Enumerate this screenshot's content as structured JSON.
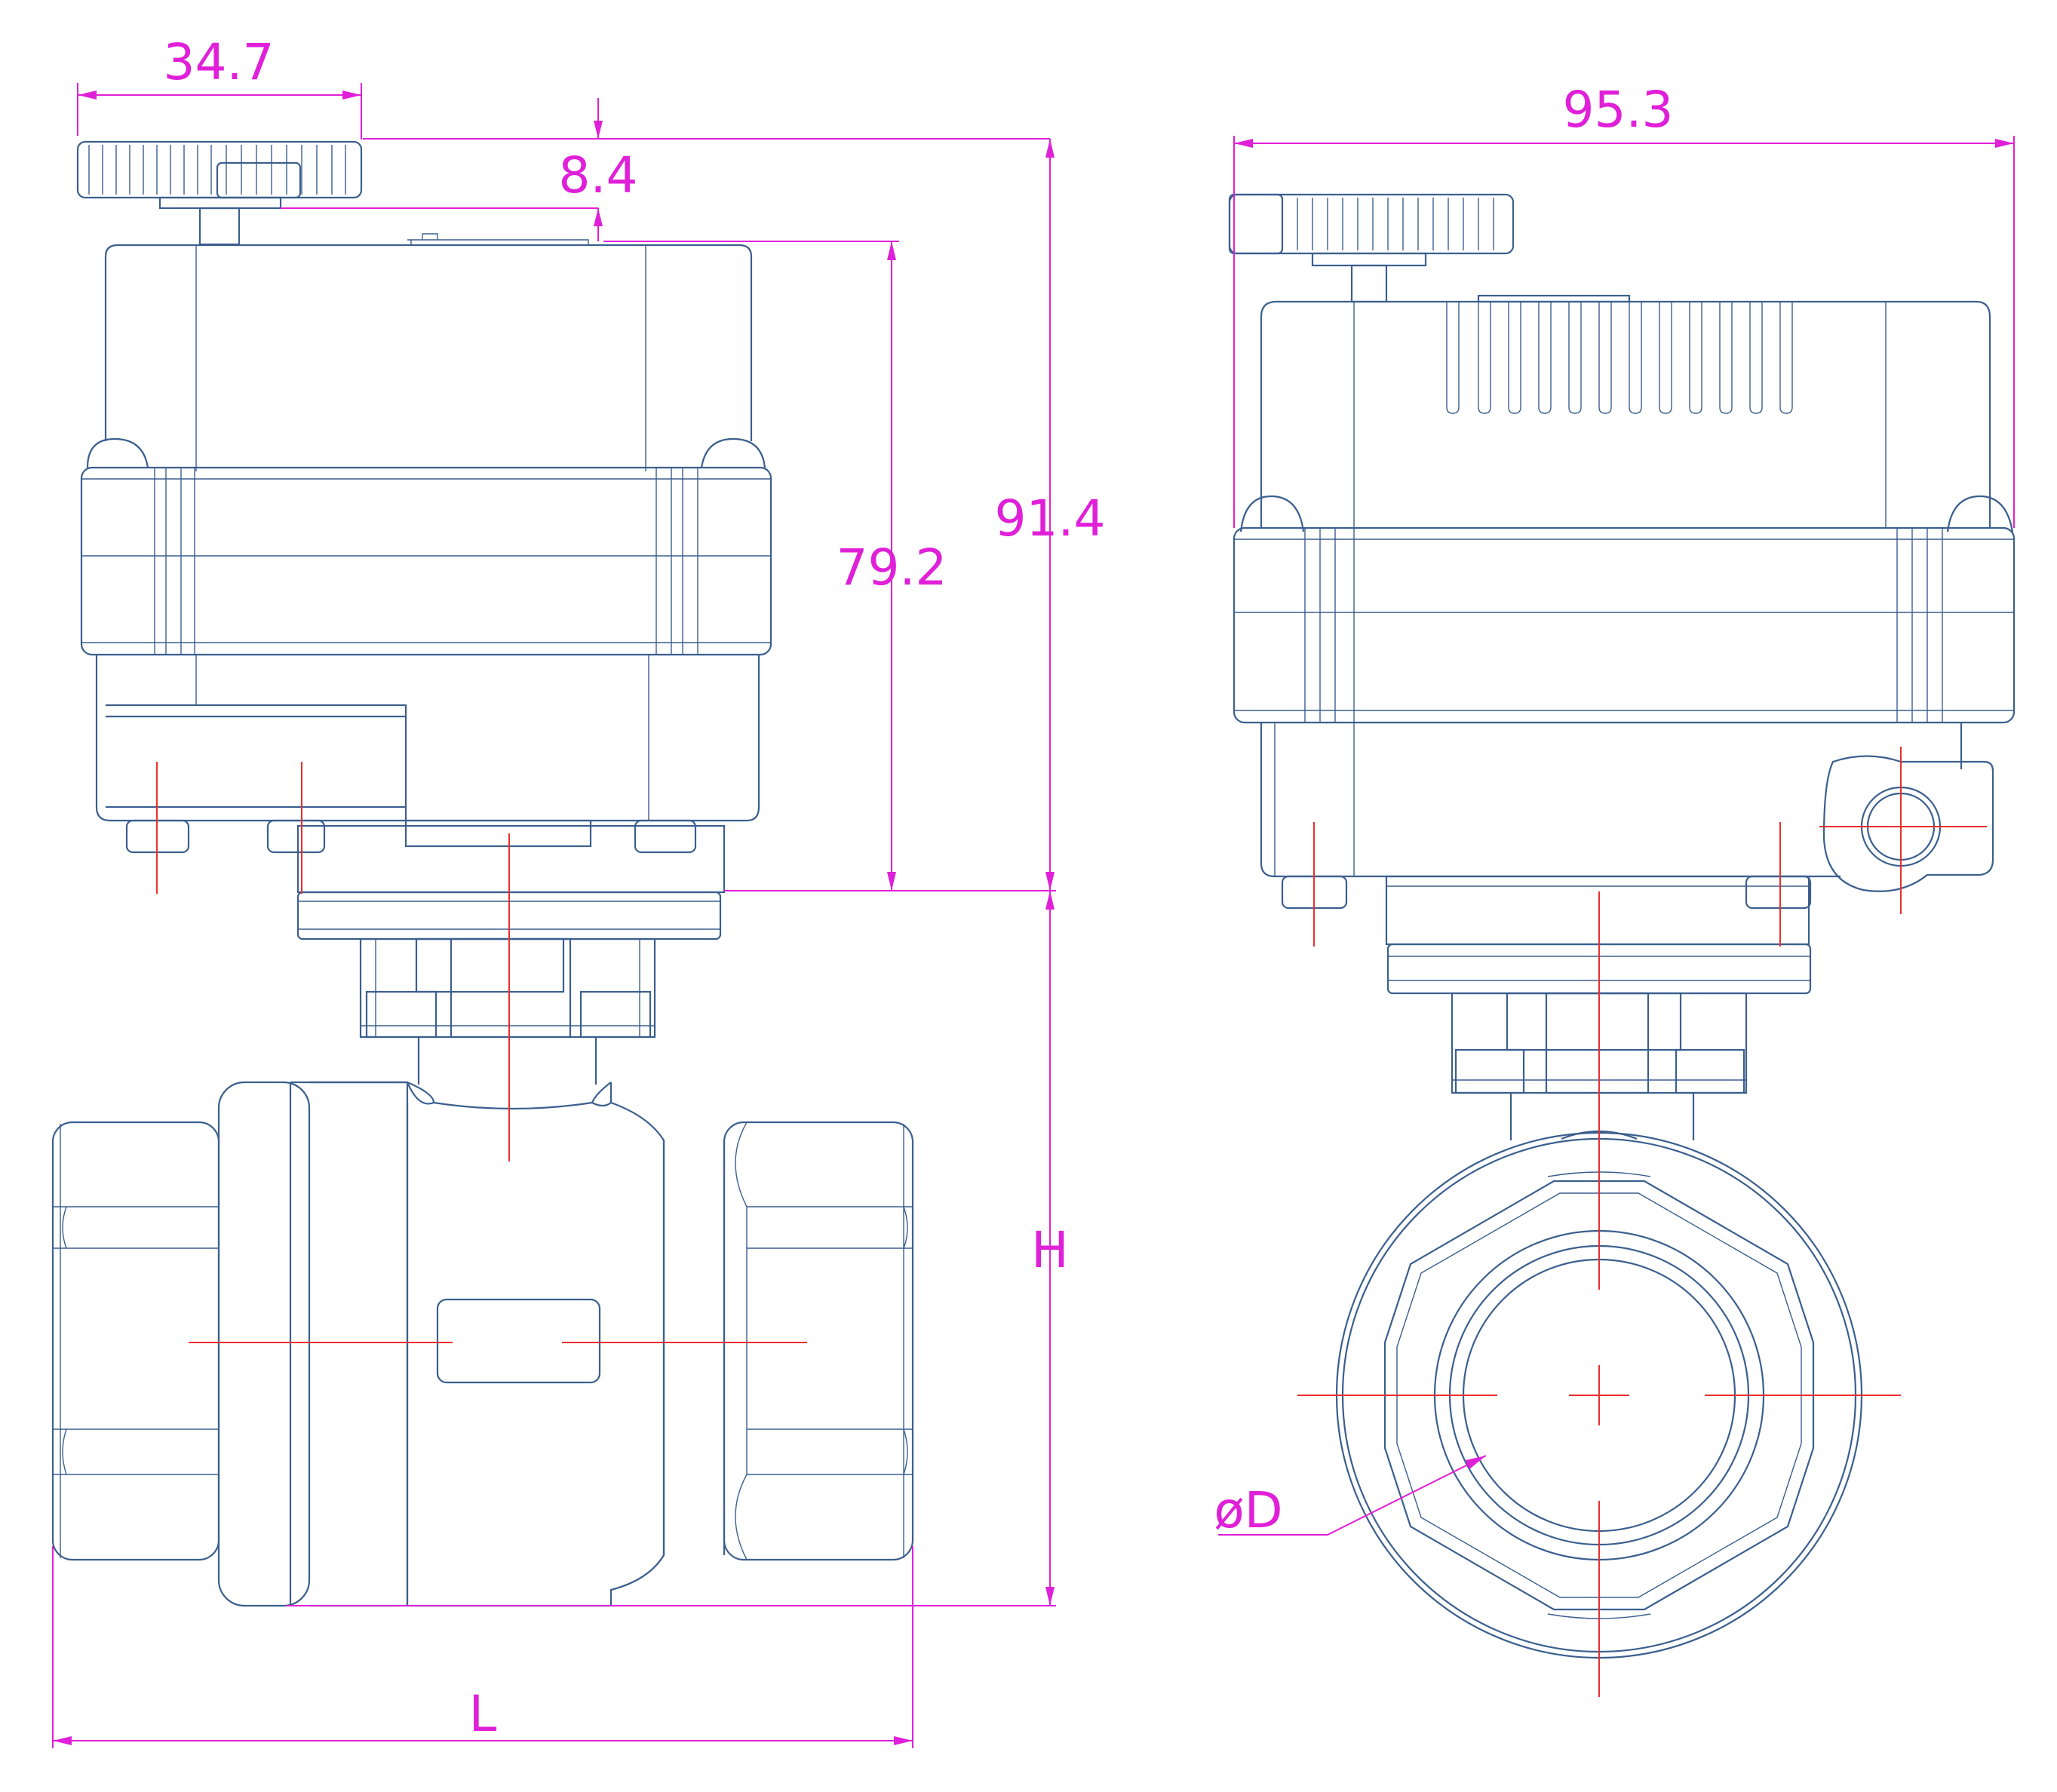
{
  "dimensions": {
    "handle_width": "34.7",
    "handle_gap": "8.4",
    "actuator_height": "79.2",
    "overall_top_height": "91.4",
    "valve_height": "H",
    "length": "L",
    "overall_width": "95.3",
    "bore_diameter": "øD"
  },
  "colors": {
    "outline": "#3b5f8e",
    "dimension": "#e020d8",
    "centerline": "#e8302e"
  }
}
